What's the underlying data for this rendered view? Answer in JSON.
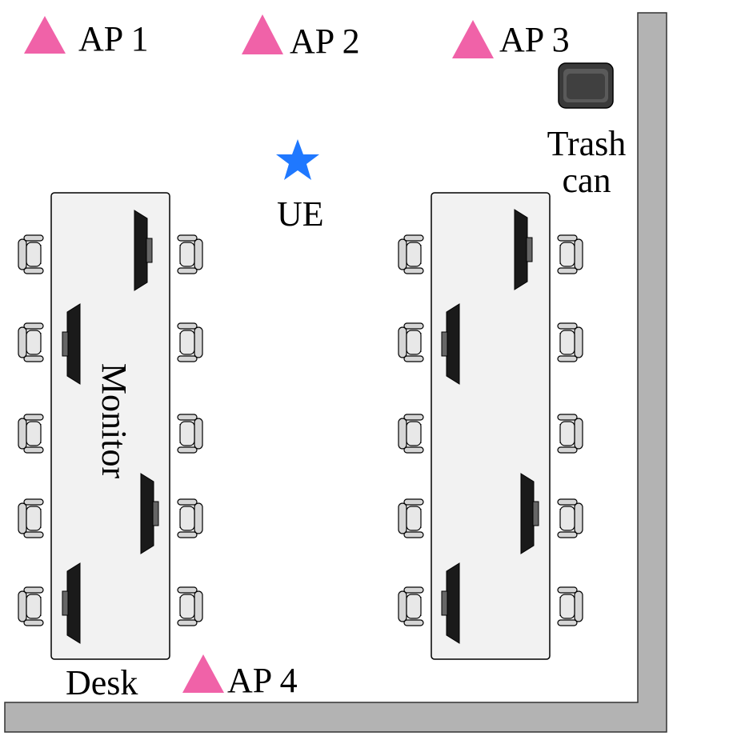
{
  "access_points": [
    {
      "label": "AP 1"
    },
    {
      "label": "AP 2"
    },
    {
      "label": "AP 3"
    },
    {
      "label": "AP 4"
    }
  ],
  "ue": {
    "label": "UE"
  },
  "trash_can": {
    "label_line1": "Trash",
    "label_line2": "can"
  },
  "desk_label": "Desk",
  "monitor_label": "Monitor",
  "colors": {
    "ap": "#f062a8",
    "ue": "#1f78ff",
    "wall": "#b3b3b3",
    "desk": "#f2f2f2",
    "outline": "#000000",
    "monitor": "#1a1a1a",
    "chair": "#d6d6d6",
    "trash": "#4a4a4a"
  }
}
